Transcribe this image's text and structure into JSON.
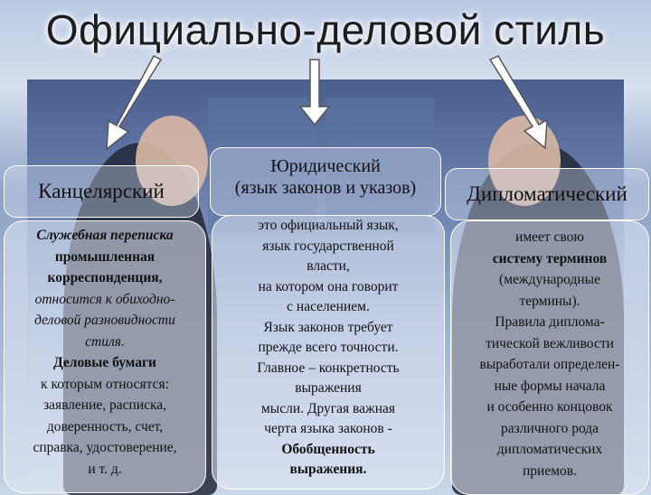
{
  "title": "Официально-деловой стиль",
  "columns": [
    {
      "heading": "Канцелярский",
      "body_lines": [
        {
          "text": "Служебная переписка",
          "style": "bi"
        },
        {
          "text": "промышленная",
          "style": "b"
        },
        {
          "text": "корреспонденция,",
          "style": "b"
        },
        {
          "text": "относится к обиходно-",
          "style": "i"
        },
        {
          "text": "деловой разновидности",
          "style": "i"
        },
        {
          "text": "стиля.",
          "style": "i"
        },
        {
          "text": "Деловые бумаги",
          "style": "b"
        },
        {
          "text": "к которым относятся:",
          "style": "n"
        },
        {
          "text": "заявление, расписка,",
          "style": "n"
        },
        {
          "text": "доверенность, счет,",
          "style": "n"
        },
        {
          "text": "справка, удостоверение,",
          "style": "n"
        },
        {
          "text": "и т. д.",
          "style": "n"
        }
      ]
    },
    {
      "heading_line1": "Юридический",
      "heading_line2": "(язык законов и указов)",
      "body_lines": [
        {
          "text": "это официальный язык,",
          "style": "n"
        },
        {
          "text": "язык государственной",
          "style": "n"
        },
        {
          "text": "власти,",
          "style": "n"
        },
        {
          "text": "на котором она говорит",
          "style": "n"
        },
        {
          "text": "с населением.",
          "style": "n"
        },
        {
          "text": "Язык законов требует",
          "style": "n"
        },
        {
          "text": "прежде всего точности.",
          "style": "n"
        },
        {
          "text": "Главное – конкретность",
          "style": "n"
        },
        {
          "text": "выражения",
          "style": "n"
        },
        {
          "text": "мысли. Другая важная",
          "style": "n"
        },
        {
          "text": "черта языка законов -",
          "style": "n"
        },
        {
          "text": "Обобщенность",
          "style": "b"
        },
        {
          "text": "выражения.",
          "style": "b"
        }
      ]
    },
    {
      "heading": "Дипломатический",
      "body_lines": [
        {
          "text": "имеет свою",
          "style": "n"
        },
        {
          "text": "систему терминов",
          "style": "b"
        },
        {
          "text": "(международные",
          "style": "n"
        },
        {
          "text": "термины).",
          "style": "n"
        },
        {
          "text": "Правила диплома-",
          "style": "n"
        },
        {
          "text": "тической вежливости",
          "style": "n"
        },
        {
          "text": "выработали определен-",
          "style": "n"
        },
        {
          "text": "ные формы начала",
          "style": "n"
        },
        {
          "text": "и особенно концовок",
          "style": "n"
        },
        {
          "text": "различного рода",
          "style": "n"
        },
        {
          "text": "дипломатических",
          "style": "n"
        },
        {
          "text": "приемов.",
          "style": "n"
        }
      ]
    }
  ]
}
